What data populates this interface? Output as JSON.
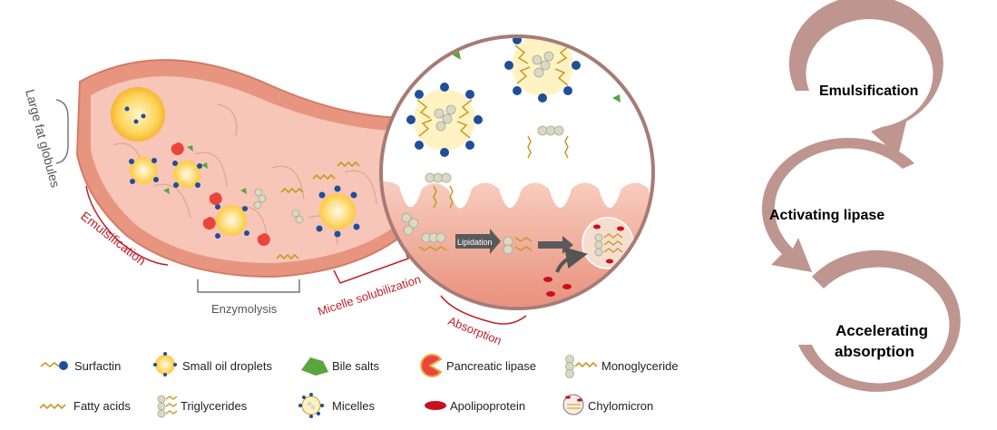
{
  "intestine": {
    "large_fat_globules": "Large fat globules",
    "emulsification": "Emulsification",
    "enzymolysis": "Enzymolysis",
    "micelle_solubilization": "Micelle solubilization",
    "absorption": "Absorption",
    "lipidation": "Lipidation"
  },
  "cycle": {
    "steps": [
      "Emulsification",
      "Activating lipase",
      "Accelerating",
      "absorption"
    ],
    "arrow_color": "#bf958f"
  },
  "legend": {
    "items": [
      {
        "label": "Surfactin",
        "icon": "surfactin-icon"
      },
      {
        "label": "Small oil droplets",
        "icon": "oil-droplet-icon"
      },
      {
        "label": "Bile salts",
        "icon": "bile-salt-icon"
      },
      {
        "label": "Pancreatic lipase",
        "icon": "pancreatic-lipase-icon"
      },
      {
        "label": "Monoglyceride",
        "icon": "monoglyceride-icon"
      },
      {
        "label": "Fatty acids",
        "icon": "fatty-acid-icon"
      },
      {
        "label": "Triglycerides",
        "icon": "triglyceride-icon"
      },
      {
        "label": "Micelles",
        "icon": "micelle-icon"
      },
      {
        "label": "Apolipoprotein",
        "icon": "apolipoprotein-icon"
      },
      {
        "label": "Chylomicron",
        "icon": "chylomicron-icon"
      }
    ]
  },
  "colors": {
    "tissue": "#ec9e8c",
    "tissue_light": "#f6c4b6",
    "red_label": "#c0202a",
    "gray_label": "#555555",
    "surfactin_head": "#1f4e9c",
    "chain": "#c79a22",
    "bile": "#5aa53c"
  }
}
